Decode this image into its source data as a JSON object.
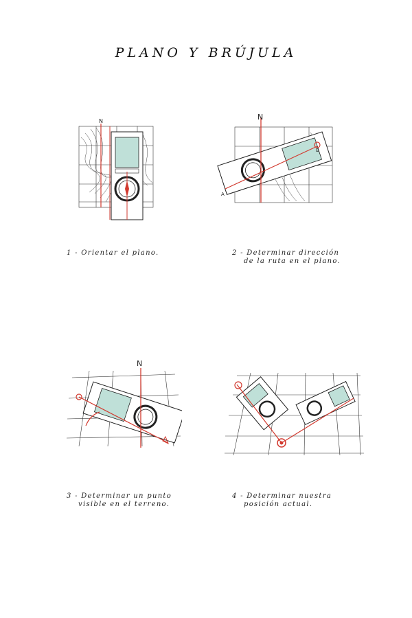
{
  "page": {
    "title": "PLANO Y BRÚJULA"
  },
  "colors": {
    "accent_red": "#d23a2f",
    "compass_glass": "#bfe0d8",
    "ink": "#1a1a1a"
  },
  "steps": [
    {
      "caption_line1": "1 - Orientar el plano.",
      "caption_line2": ""
    },
    {
      "caption_line1": "2 - Determinar dirección",
      "caption_line2": "de la ruta en el plano."
    },
    {
      "caption_line1": "3 - Determinar un punto",
      "caption_line2": "visible en el terreno."
    },
    {
      "caption_line1": "4 - Determinar nuestra",
      "caption_line2": "posición actual."
    }
  ],
  "diagram_labels": {
    "north_1": "N",
    "north_2": "N",
    "point_a": "A",
    "point_b": "B",
    "north_3": "N"
  }
}
